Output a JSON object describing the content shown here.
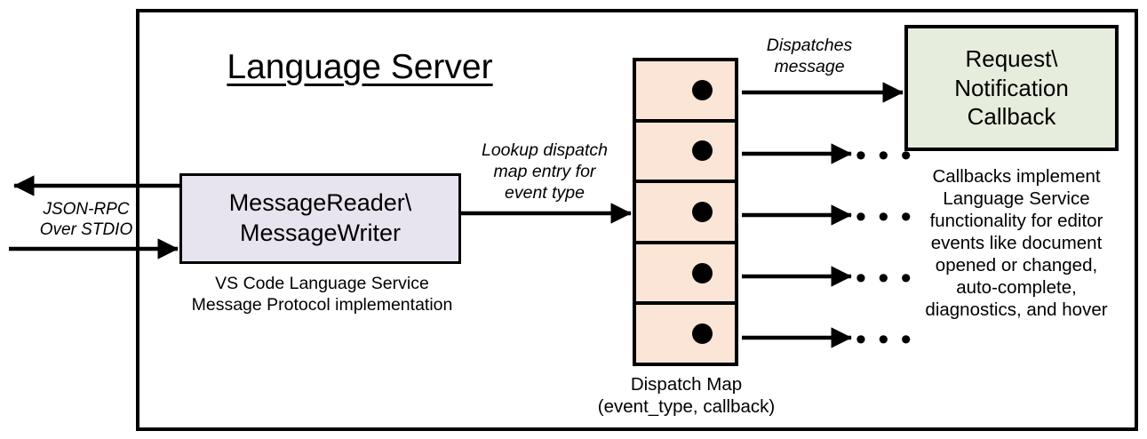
{
  "diagram": {
    "title": "Language Server",
    "frame_name": "language-server-boundary"
  },
  "external_channel": {
    "label": "JSON-RPC\nOver STDIO",
    "inbound_arrow": "arrow-into-message-reader",
    "outbound_arrow": "arrow-out-to-client"
  },
  "message_component": {
    "label": "MessageReader\\\nMessageWriter",
    "caption": "VS Code Language Service\nMessage Protocol implementation",
    "fill": "#E8E4EF"
  },
  "lookup_edge": {
    "label": "Lookup dispatch\nmap entry for\nevent type"
  },
  "dispatch_map": {
    "caption": "Dispatch Map\n(event_type, callback)",
    "fill": "#FBE5D6",
    "row_count": 5,
    "rows": [
      {
        "name": "dispatch-map-row-1"
      },
      {
        "name": "dispatch-map-row-2"
      },
      {
        "name": "dispatch-map-row-3"
      },
      {
        "name": "dispatch-map-row-4"
      },
      {
        "name": "dispatch-map-row-5"
      }
    ]
  },
  "dispatch_edge": {
    "label": "Dispatches\nmessage"
  },
  "callback_component": {
    "label": "Request\\\nNotification\nCallback",
    "caption": "Callbacks implement\nLanguage Service\nfunctionality for editor\nevents like document\nopened or changed,\nauto-complete,\ndiagnostics, and hover",
    "fill": "#E6EDDC"
  },
  "ellipses": {
    "glyph": "• • •",
    "count": 4
  },
  "colors": {
    "stroke": "#000000",
    "background": "#FFFFFF"
  }
}
